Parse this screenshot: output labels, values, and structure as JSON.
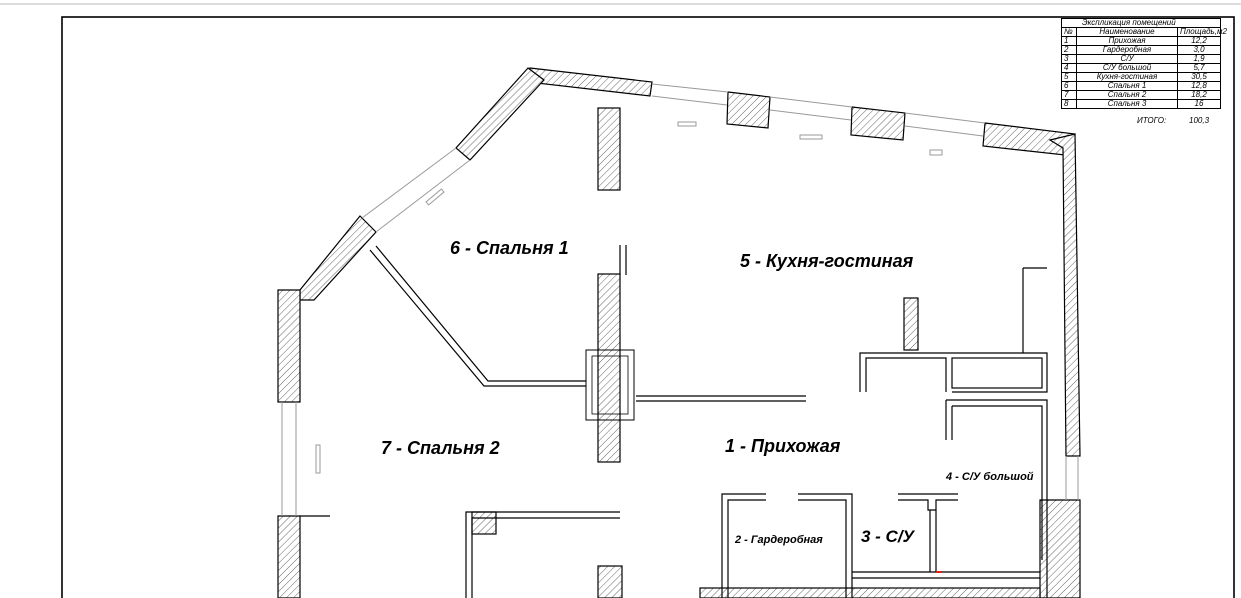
{
  "rooms": {
    "r1": "1 - Прихожая",
    "r2": "2 - Гардеробная",
    "r3": "3 - С/У",
    "r4": "4 - С/У большой",
    "r5": "5 - Кухня-гостиная",
    "r6": "6 - Спальня 1",
    "r7": "7 - Спальня 2"
  },
  "legend": {
    "title": "Экспликация помещений",
    "headers": [
      "№",
      "Наименование",
      "Площадь,м2"
    ],
    "rows": [
      [
        "1",
        "Прихожая",
        "12,2"
      ],
      [
        "2",
        "Гардеробная",
        "3,0"
      ],
      [
        "3",
        "С/У",
        "1,9"
      ],
      [
        "4",
        "С/У большой",
        "5,7"
      ],
      [
        "5",
        "Кухня-гостиная",
        "30,5"
      ],
      [
        "6",
        "Спальня 1",
        "12,8"
      ],
      [
        "7",
        "Спальня 2",
        "18,2"
      ],
      [
        "8",
        "Спальня 3",
        "16"
      ]
    ],
    "total_label": "ИТОГО:",
    "total_value": "100,3"
  },
  "colors": {
    "line": "#000000",
    "hatch": "#555555",
    "window": "#9a9a9a",
    "accent_red": "#e0201a"
  }
}
